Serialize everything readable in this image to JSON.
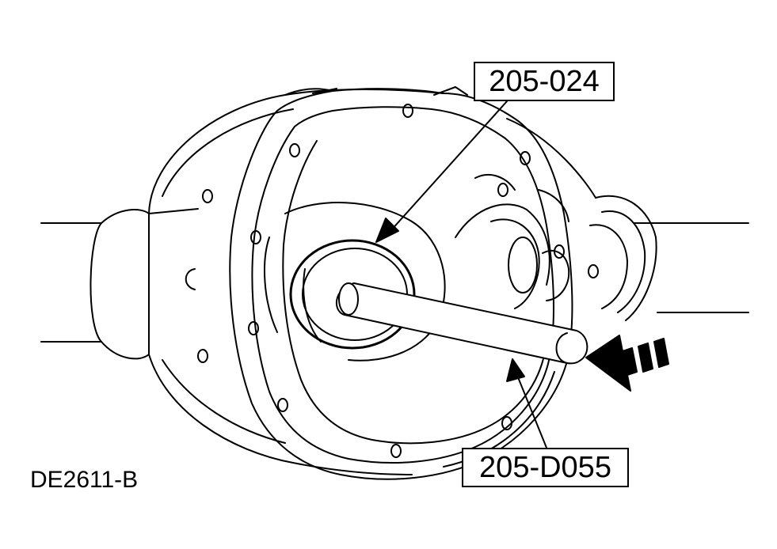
{
  "callouts": {
    "tool_upper": "205-024",
    "tool_lower": "205-D055"
  },
  "figure_id": "DE2611-B",
  "colors": {
    "line": "#000000",
    "background": "#ffffff"
  }
}
